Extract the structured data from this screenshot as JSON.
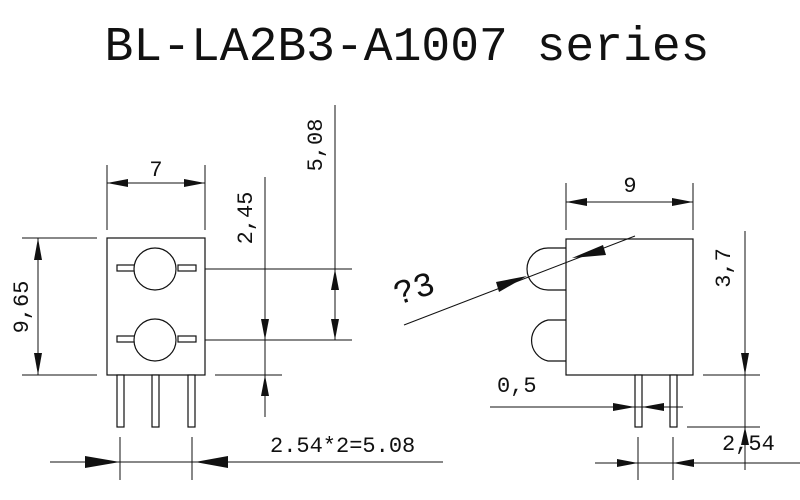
{
  "title": "BL-LA2B3-A1007 series",
  "front_view": {
    "width_dim": "7",
    "height_dim": "9,65",
    "led_offset_dim": "2,45",
    "led_pitch_dim": "5,08",
    "pin_pitch_dim": "2.54*2=5.08"
  },
  "side_view": {
    "depth_dim": "9",
    "lens_diameter_dim": "?3",
    "pin_width_dim": "0,5",
    "height_dim": "3,7",
    "pin_pitch_dim": "2,54"
  }
}
